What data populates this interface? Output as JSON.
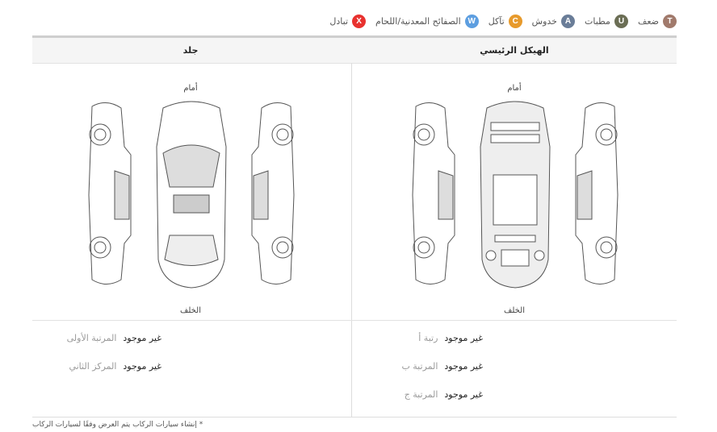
{
  "legend": [
    {
      "letter": "T",
      "label": "ضعف",
      "color": "#a17a6c"
    },
    {
      "letter": "U",
      "label": "مطبات",
      "color": "#6b6e55"
    },
    {
      "letter": "A",
      "label": "خدوش",
      "color": "#6a7d98"
    },
    {
      "letter": "C",
      "label": "تآكل",
      "color": "#e79a2c"
    },
    {
      "letter": "W",
      "label": "الصفائح المعدنية/اللحام",
      "color": "#5d9ee0"
    },
    {
      "letter": "X",
      "label": "تبادل",
      "color": "#e8322f"
    }
  ],
  "columns": {
    "main": "الهيكل الرئيسي",
    "leather": "جلد"
  },
  "diagram": {
    "front": "أمام",
    "rear": "الخلف"
  },
  "main_rows": [
    {
      "label": "رتبة أ",
      "value": "غير موجود"
    },
    {
      "label": "المرتبة ب",
      "value": "غير موجود"
    },
    {
      "label": "المرتبة ج",
      "value": "غير موجود"
    }
  ],
  "leather_rows": [
    {
      "label": "المرتبة الأولى",
      "value": "غير موجود"
    },
    {
      "label": "المركز الثاني",
      "value": "غير موجود"
    }
  ],
  "footnote": "* إنشاء سيارات الركاب يتم العرض وفقًا لسيارات الركاب"
}
